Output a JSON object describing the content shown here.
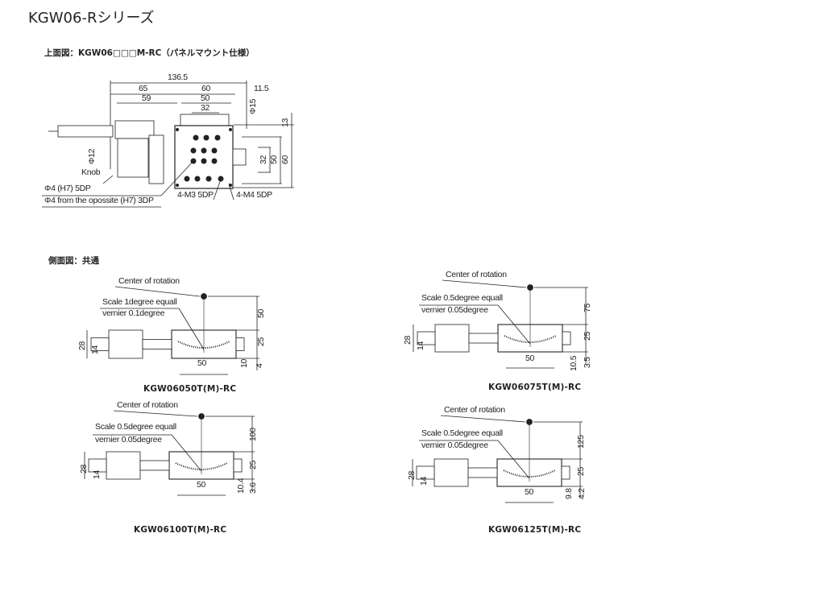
{
  "title": "KGW06-Rシリーズ",
  "top_view": {
    "heading": "上面図：KGW06□□□M-RC（パネルマウント仕様）",
    "dims": {
      "d136_5": "136.5",
      "d65": "65",
      "d60": "60",
      "d11_5": "11.5",
      "d59": "59",
      "d50": "50",
      "d32": "32",
      "phi15": "Φ15",
      "d13": "13",
      "v32": "32",
      "v50": "50",
      "v60": "60",
      "phi12": "Φ12"
    },
    "labels": {
      "knob": "Knob",
      "pin1": "Φ4 (H7) 5DP",
      "pin2": "Φ4 from the opossite (H7) 3DP",
      "m3": "4-M3 5DP",
      "m4": "4-M4 5DP"
    }
  },
  "side_view_heading": "側面図：共通",
  "side_views": [
    {
      "model": "KGW06050T(M)-RC",
      "center": "Center of rotation",
      "scale": "Scale 1degree equall",
      "vernier": "vernier 0.1degree",
      "height": "50",
      "d25": "25",
      "d28": "28",
      "d14": "14",
      "d50": "50",
      "low1": "10",
      "low2": "4"
    },
    {
      "model": "KGW06075T(M)-RC",
      "center": "Center of rotation",
      "scale": "Scale 0.5degree equall",
      "vernier": "vernier 0.05degree",
      "height": "75",
      "d25": "25",
      "d28": "28",
      "d14": "14",
      "d50": "50",
      "low1": "10.5",
      "low2": "3.5"
    },
    {
      "model": "KGW06100T(M)-RC",
      "center": "Center of rotation",
      "scale": "Scale 0.5degree equall",
      "vernier": "vernier 0.05degree",
      "height": "100",
      "d25": "25",
      "d28": "28",
      "d14": "14",
      "d50": "50",
      "low1": "10.4",
      "low2": "3.6"
    },
    {
      "model": "KGW06125T(M)-RC",
      "center": "Center of rotation",
      "scale": "Scale 0.5degree equall",
      "vernier": "vernier 0.05degree",
      "height": "125",
      "d25": "25",
      "d28": "28",
      "d14": "14",
      "d50": "50",
      "low1": "9.8",
      "low2": "4.2"
    }
  ]
}
